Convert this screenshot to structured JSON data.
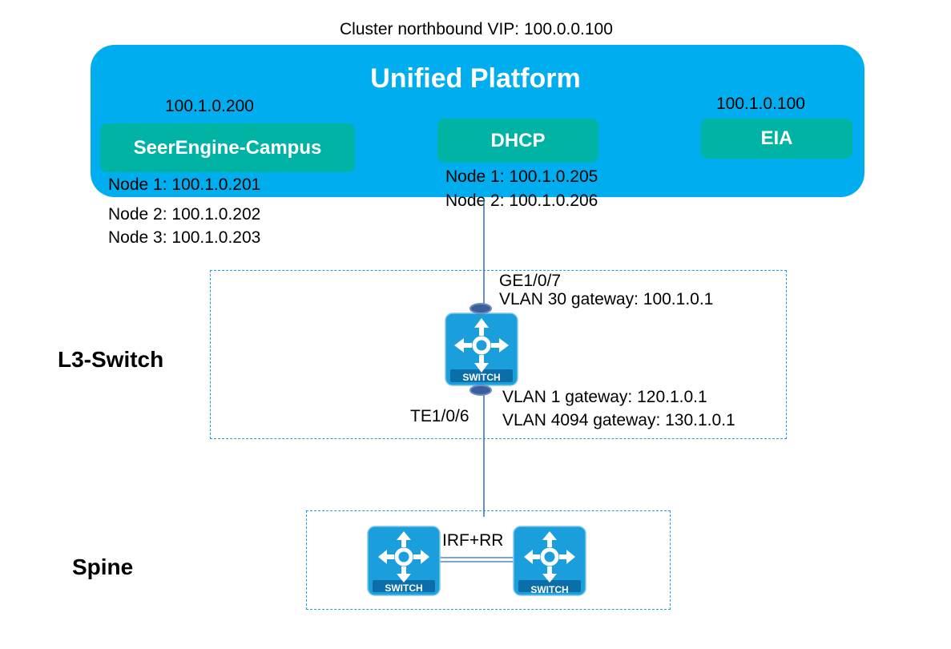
{
  "header": {
    "cluster_vip": "Cluster northbound VIP: 100.0.0.100"
  },
  "platform": {
    "title": "Unified Platform",
    "modules": {
      "seerengine": {
        "label": "SeerEngine-Campus",
        "vip": "100.1.0.200",
        "nodes": [
          "Node 1: 100.1.0.201",
          "Node 2: 100.1.0.202",
          "Node 3: 100.1.0.203"
        ]
      },
      "dhcp": {
        "label": "DHCP",
        "nodes": [
          "Node 1: 100.1.0.205",
          "Node 2: 100.1.0.206"
        ]
      },
      "eia": {
        "label": "EIA",
        "vip": "100.1.0.100"
      }
    }
  },
  "l3_switch": {
    "tier_label": "L3-Switch",
    "switch_label": "SWITCH",
    "uplink_port": "GE1/0/7",
    "uplink_gateway": "VLAN 30 gateway: 100.1.0.1",
    "downlink_port": "TE1/0/6",
    "gateways": [
      "VLAN 1 gateway: 120.1.0.1",
      "VLAN 4094 gateway: 130.1.0.1"
    ]
  },
  "spine": {
    "tier_label": "Spine",
    "link_label": "IRF+RR",
    "switch_labels": [
      "SWITCH",
      "SWITCH"
    ]
  },
  "colors": {
    "platform_blue": "#00aeef",
    "module_teal": "#00b3a4",
    "switch_blue": "#1a9fdc",
    "border_dash": "#1ba0d8",
    "link_line": "#2e6fb0"
  }
}
